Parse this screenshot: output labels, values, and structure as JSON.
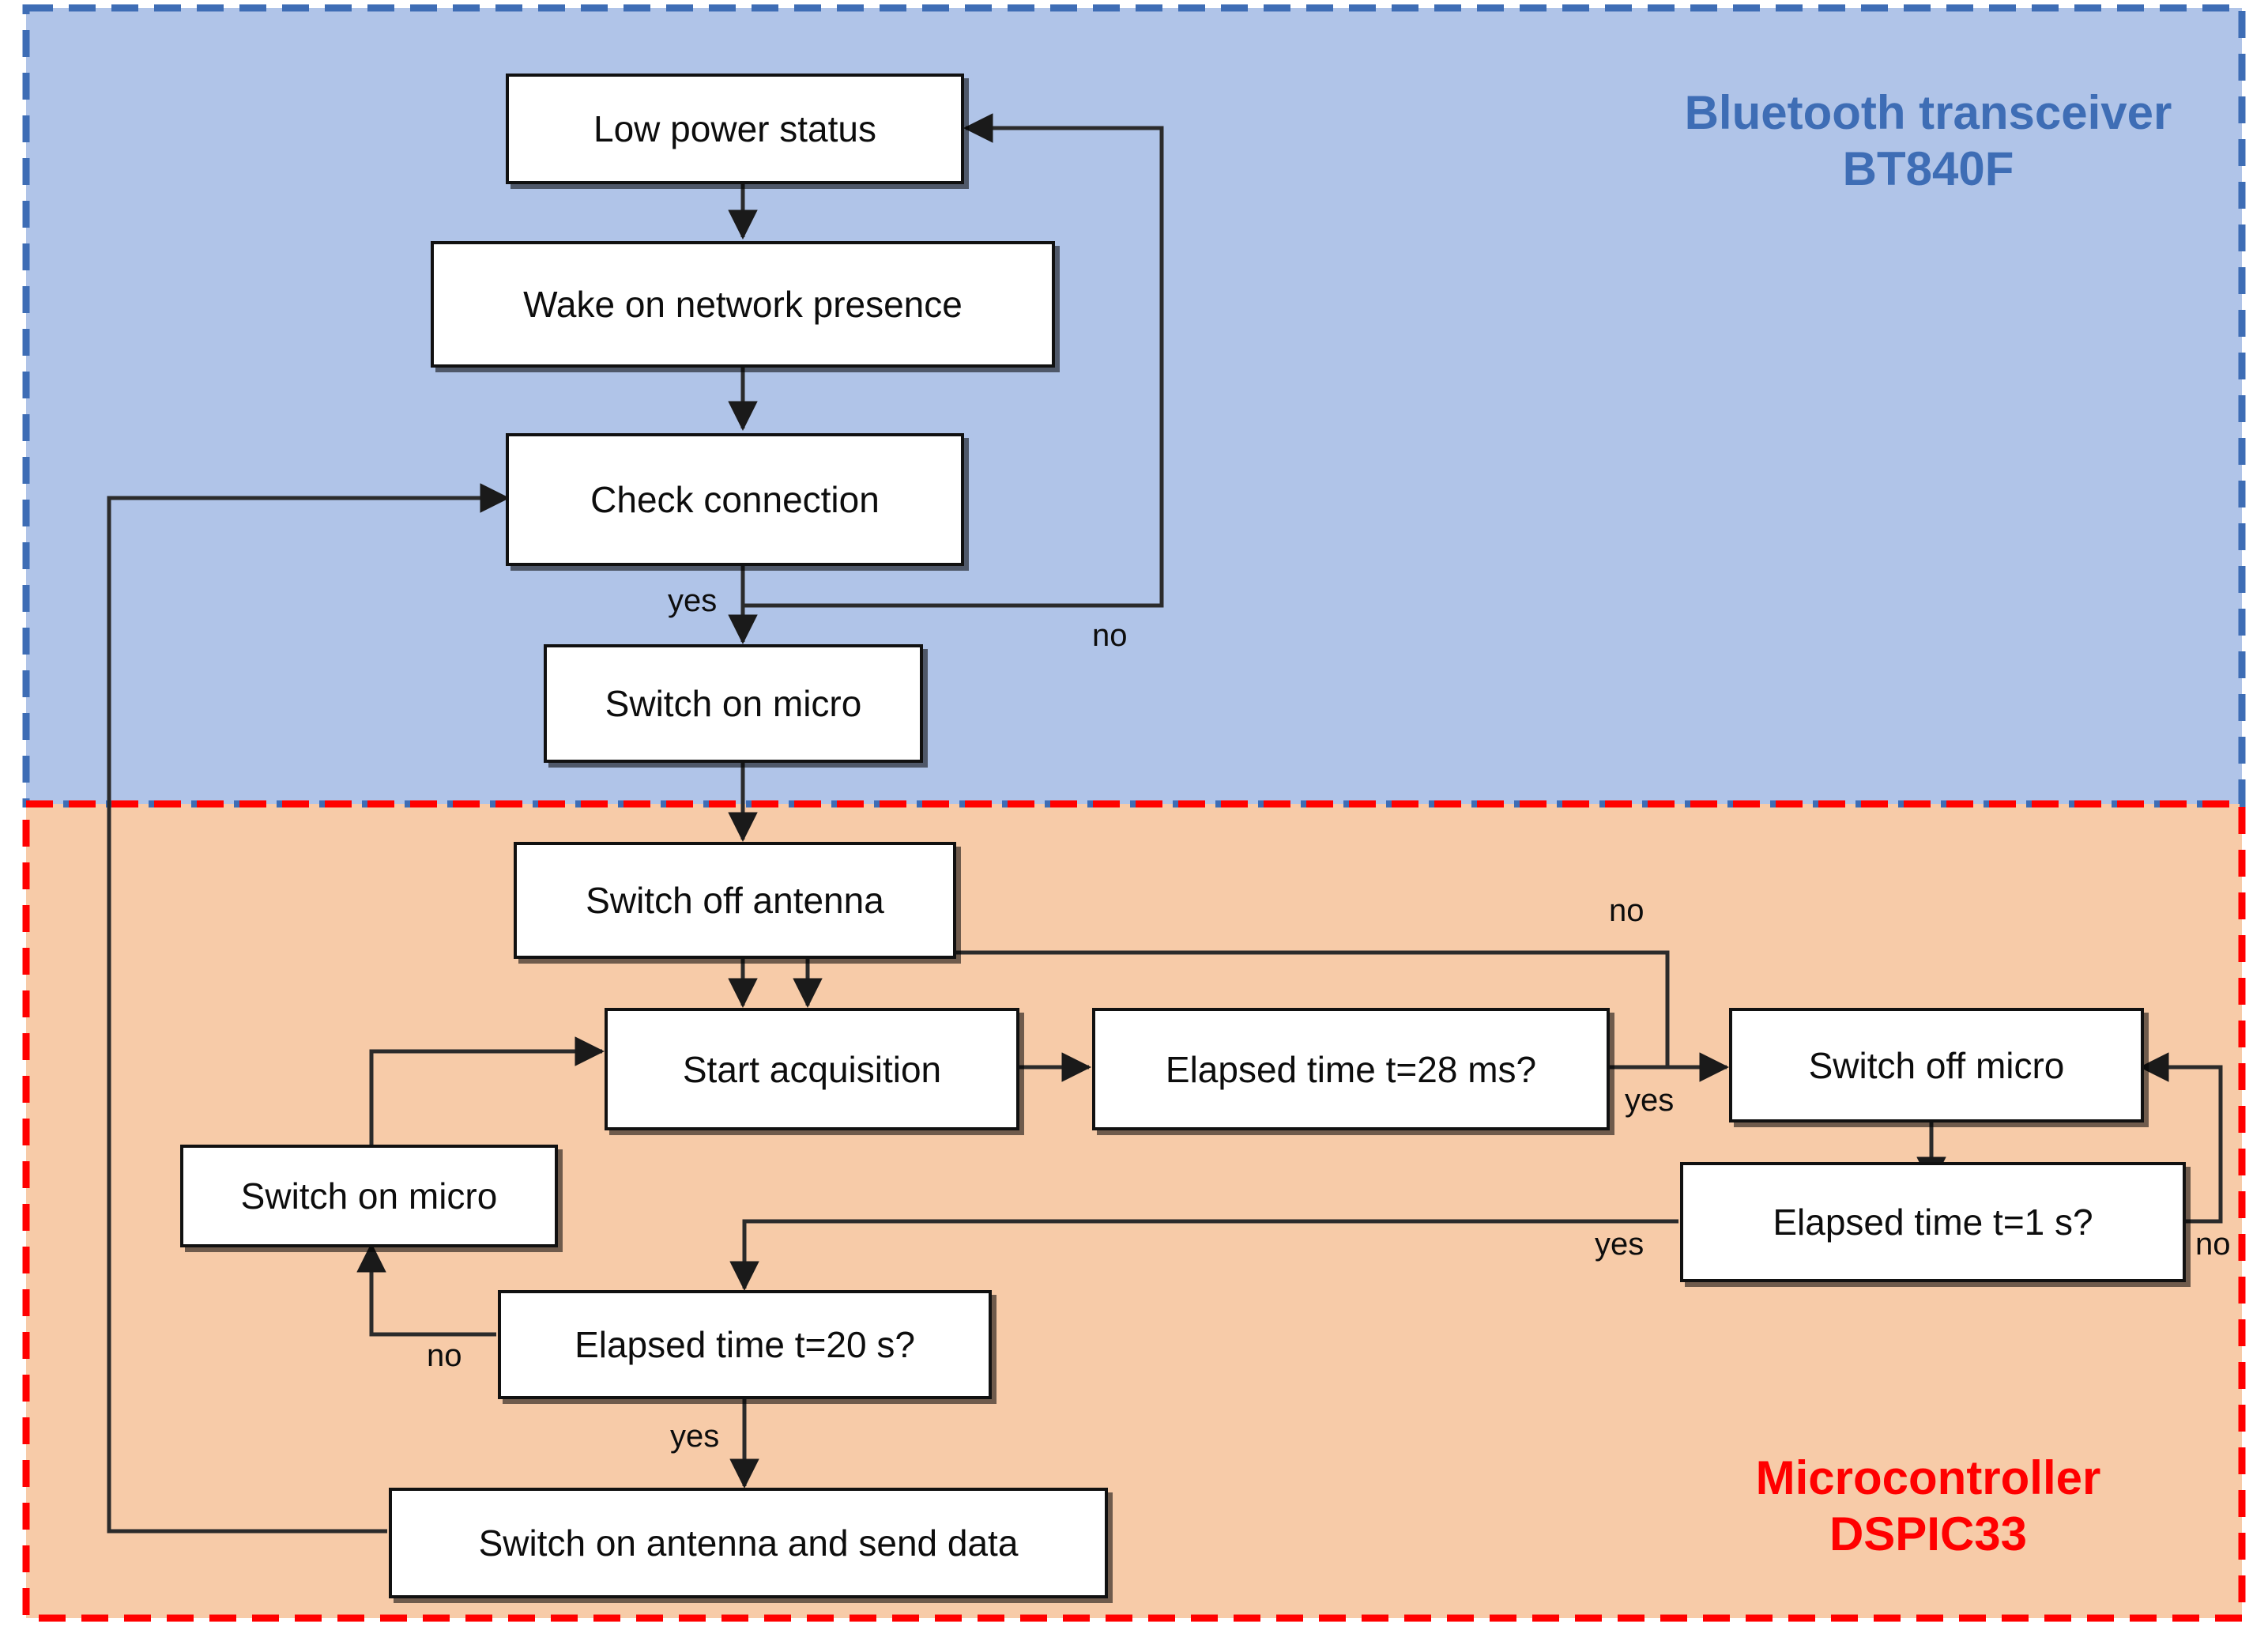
{
  "diagram": {
    "title": "Bluetooth transceiver / Microcontroller power management flowchart",
    "zones": [
      {
        "id": "bluetooth",
        "label": "Bluetooth transceiver\nBT840F",
        "fill": "#B0C4E8",
        "border_color": "#3E6DB5",
        "border_style": "dashed"
      },
      {
        "id": "microcontroller",
        "label": "Microcontroller\nDSPIC33",
        "fill": "#F7CBA8",
        "border_color": "#FF0000",
        "border_style": "dashed"
      }
    ],
    "nodes": [
      {
        "id": "low-power-status",
        "label": "Low power status",
        "zone": "bluetooth"
      },
      {
        "id": "wake-on-network",
        "label": "Wake on network presence",
        "zone": "bluetooth"
      },
      {
        "id": "check-connection",
        "label": "Check connection",
        "zone": "bluetooth"
      },
      {
        "id": "switch-on-micro-bt",
        "label": "Switch on micro",
        "zone": "bluetooth"
      },
      {
        "id": "switch-off-antenna",
        "label": "Switch off antenna",
        "zone": "microcontroller"
      },
      {
        "id": "start-acquisition",
        "label": "Start acquisition",
        "zone": "microcontroller"
      },
      {
        "id": "elapsed-28ms",
        "label": "Elapsed time t=28 ms?",
        "zone": "microcontroller"
      },
      {
        "id": "switch-off-micro",
        "label": "Switch off micro",
        "zone": "microcontroller"
      },
      {
        "id": "elapsed-1s",
        "label": "Elapsed time t=1 s?",
        "zone": "microcontroller"
      },
      {
        "id": "switch-on-micro-mcu",
        "label": "Switch on micro",
        "zone": "microcontroller"
      },
      {
        "id": "elapsed-20s",
        "label": "Elapsed time t=20 s?",
        "zone": "microcontroller"
      },
      {
        "id": "send-data",
        "label": "Switch on antenna and send data",
        "zone": "microcontroller"
      }
    ],
    "edge_labels": [
      {
        "id": "check-connection-yes",
        "text": "yes"
      },
      {
        "id": "check-connection-no",
        "text": "no"
      },
      {
        "id": "elapsed-28ms-no",
        "text": "no"
      },
      {
        "id": "elapsed-28ms-yes",
        "text": "yes"
      },
      {
        "id": "elapsed-1s-no",
        "text": "no"
      },
      {
        "id": "elapsed-1s-yes",
        "text": "yes"
      },
      {
        "id": "elapsed-20s-no",
        "text": "no"
      },
      {
        "id": "elapsed-20s-yes",
        "text": "yes"
      }
    ]
  }
}
